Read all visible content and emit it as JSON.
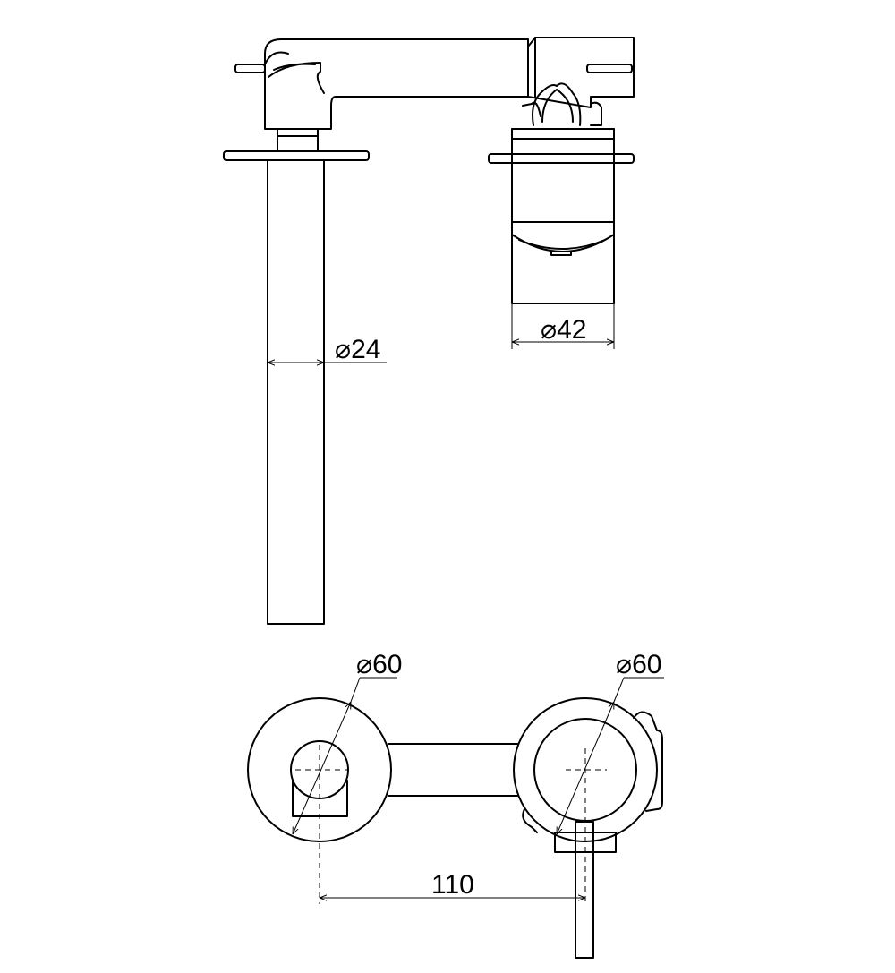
{
  "dimensions": {
    "outlet_diameter": "24",
    "mixer_body_diameter": "42",
    "spout_plate_diameter": "60",
    "mixer_plate_diameter": "60",
    "centre_spacing": "110"
  },
  "symbols": {
    "diameter": "⌀"
  },
  "colors": {
    "line": "#000000",
    "background": "#ffffff"
  }
}
